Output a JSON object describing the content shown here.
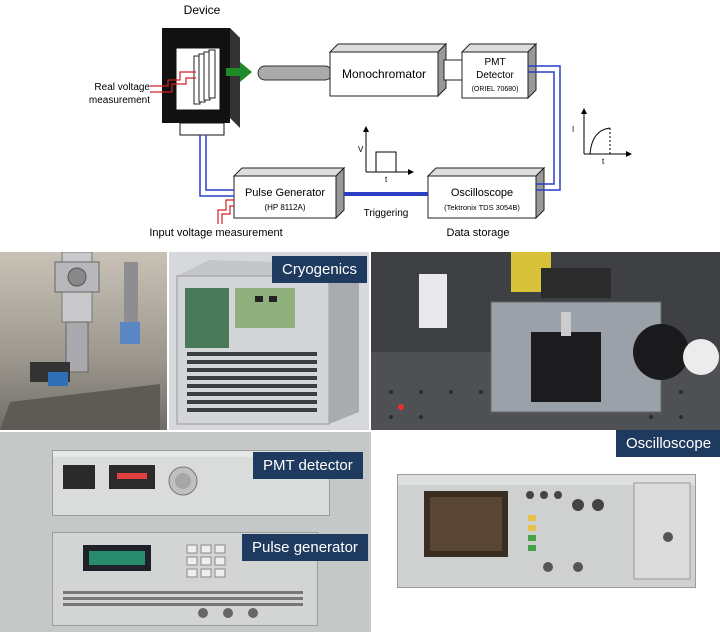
{
  "diagram": {
    "device_label": "Device",
    "real_voltage_line1": "Real voltage",
    "real_voltage_line2": "measurement",
    "monochromator": "Monochromator",
    "pmt_line1": "PMT",
    "pmt_line2": "Detector",
    "pmt_model": "(ORIEL 70680)",
    "pulse_generator": "Pulse Generator",
    "pulse_generator_model": "(HP 8112A)",
    "oscilloscope": "Oscilloscope",
    "oscilloscope_model": "(Tektronix TDS 3054B)",
    "triggering": "Triggering",
    "data_storage": "Data storage",
    "input_voltage": "Input voltage measurement",
    "pulse_axis_y": "V",
    "pulse_axis_x": "t",
    "response_axis_y": "I",
    "response_axis_x": "t"
  },
  "captions": {
    "cryogenics": "Cryogenics",
    "oscilloscope": "Oscilloscope",
    "pmt_detector": "PMT detector",
    "pulse_generator": "Pulse generator"
  },
  "colors": {
    "wire_blue": "#2a3fc4",
    "wire_red": "#d42020",
    "arrow_green": "#1f8a2a",
    "caption_bg": "#1f3a5f"
  }
}
